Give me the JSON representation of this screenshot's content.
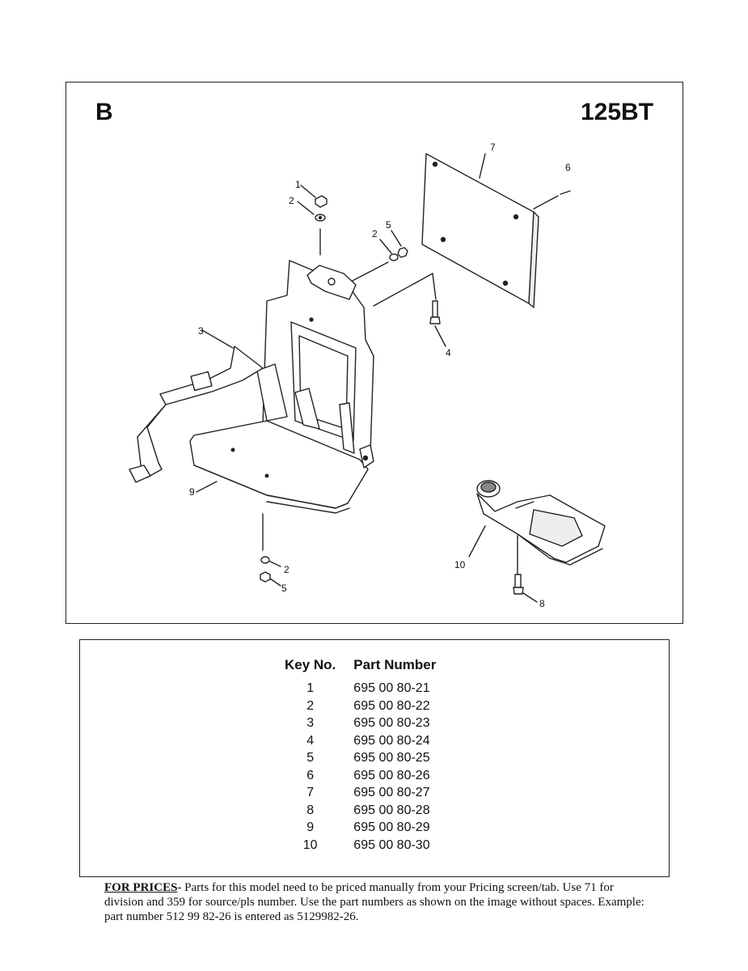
{
  "section_letter": "B",
  "model": "125BT",
  "callouts": [
    "1",
    "2",
    "5",
    "2",
    "3",
    "4",
    "6",
    "7",
    "9",
    "10",
    "2",
    "5",
    "8"
  ],
  "table": {
    "headers": {
      "key": "Key No.",
      "part": "Part Number"
    },
    "rows": [
      {
        "key": "1",
        "part": "695 00 80-21"
      },
      {
        "key": "2",
        "part": "695 00 80-22"
      },
      {
        "key": "3",
        "part": "695 00 80-23"
      },
      {
        "key": "4",
        "part": "695 00 80-24"
      },
      {
        "key": "5",
        "part": "695 00 80-25"
      },
      {
        "key": "6",
        "part": "695 00 80-26"
      },
      {
        "key": "7",
        "part": "695 00 80-27"
      },
      {
        "key": "8",
        "part": "695 00 80-28"
      },
      {
        "key": "9",
        "part": "695 00 80-29"
      },
      {
        "key": "10",
        "part": "695 00 80-30"
      }
    ]
  },
  "pricing_note": {
    "heading": "FOR PRICES",
    "text": "- Parts for this model need to be priced manually from your Pricing screen/tab. Use 71 for division and 359 for source/pls number.  Use the part numbers as shown on the image without spaces.  Example: part number 512 99 82-26 is entered as 5129982-26."
  }
}
